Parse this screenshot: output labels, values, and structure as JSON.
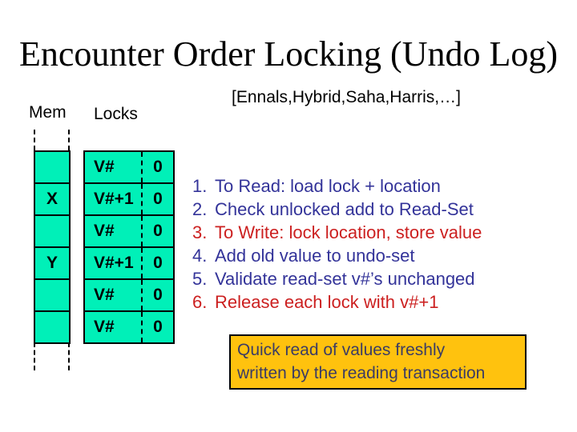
{
  "title": "Encounter Order Locking (Undo Log)",
  "citation": "[Ennals,Hybrid,Saha,Harris,…]",
  "labels": {
    "mem": "Mem",
    "locks": "Locks"
  },
  "memory": {
    "cells": [
      "",
      "X",
      "",
      "Y",
      "",
      ""
    ]
  },
  "locks": {
    "rows": [
      {
        "version": "V#",
        "value": "0"
      },
      {
        "version": "V#+1",
        "value": "0"
      },
      {
        "version": "V#",
        "value": "0"
      },
      {
        "version": "V#+1",
        "value": "0"
      },
      {
        "version": "V#",
        "value": "0"
      },
      {
        "version": "V#",
        "value": "0"
      }
    ]
  },
  "steps": [
    {
      "num": "1.",
      "text": "To Read: load lock + location",
      "color": "#333399"
    },
    {
      "num": "2.",
      "text": "Check unlocked add to Read-Set",
      "color": "#333399"
    },
    {
      "num": "3.",
      "text": "To Write: lock location, store value",
      "color": "#CC2020"
    },
    {
      "num": "4.",
      "text": "Add old value to undo-set",
      "color": "#333399"
    },
    {
      "num": "5.",
      "text": "Validate read-set v#’s unchanged",
      "color": "#333399"
    },
    {
      "num": "6.",
      "text": "Release each lock with v#+1",
      "color": "#CC2020"
    }
  ],
  "callout": {
    "line1": "Quick read of values freshly",
    "line2": "written by the reading transaction"
  },
  "colors": {
    "cell_green": "#00F0B8",
    "step_blue": "#333399",
    "step_red": "#CC2020",
    "callout_bg": "#FFC20E",
    "callout_text": "#3C3C64",
    "border_black": "#000000"
  }
}
